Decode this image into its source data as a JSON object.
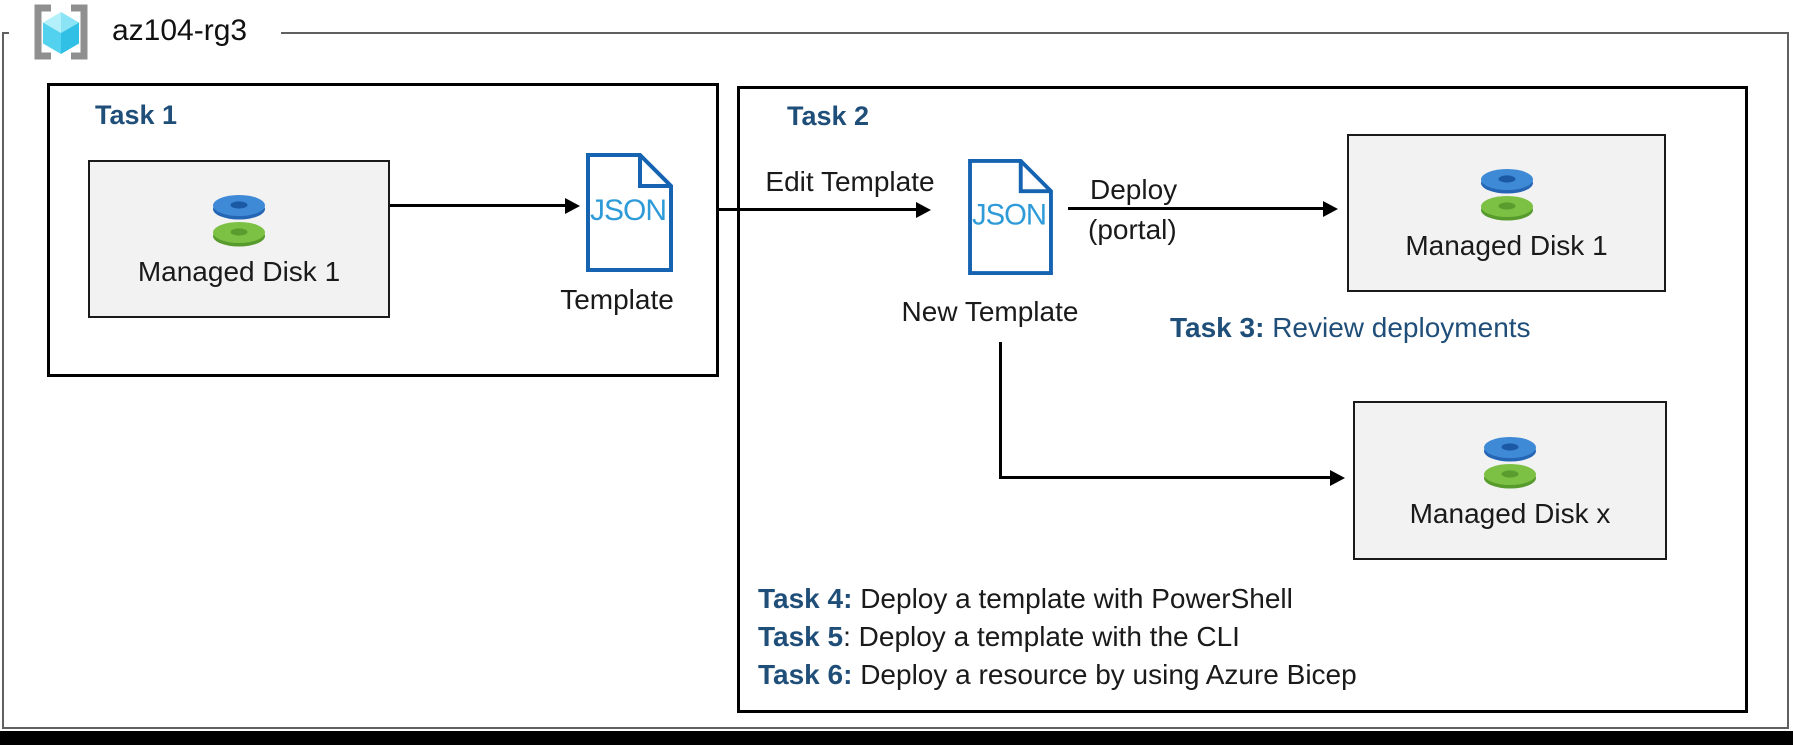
{
  "resource_group": {
    "name": "az104-rg3",
    "icon": "azure-resource-group"
  },
  "task1": {
    "title": "Task 1",
    "disk_box": {
      "label": "Managed Disk 1",
      "icon": "managed-disk"
    },
    "template": {
      "file_text": "JSON",
      "caption": "Template",
      "icon": "json-file"
    }
  },
  "task2": {
    "title": "Task 2",
    "edit_arrow_label": "Edit Template",
    "new_template": {
      "file_text": "JSON",
      "caption": "New Template",
      "icon": "json-file"
    },
    "deploy_arrow_label": "Deploy",
    "deploy_arrow_sublabel": "(portal)",
    "disk_box_1": {
      "label": "Managed Disk 1",
      "icon": "managed-disk"
    },
    "disk_box_x": {
      "label": "Managed Disk x",
      "icon": "managed-disk"
    }
  },
  "task3": {
    "bold": "Task 3:",
    "rest": " Review deployments"
  },
  "tasks": [
    {
      "bold": "Task 4:",
      "rest": " Deploy a template with PowerShell"
    },
    {
      "bold": "Task 5",
      "rest": ": Deploy a template with the CLI"
    },
    {
      "bold": "Task 6:",
      "rest": " Deploy a resource by using Azure Bicep"
    }
  ],
  "colors": {
    "accent_navy": "#1F4E79",
    "json_border": "#1563B1",
    "json_text": "#2E9BD8",
    "disk_blue": "#3F8AD6",
    "disk_green": "#7CC044",
    "box_fill": "#F2F2F2",
    "frame_gray": "#606060",
    "cube_cyan": "#53D2EF"
  }
}
